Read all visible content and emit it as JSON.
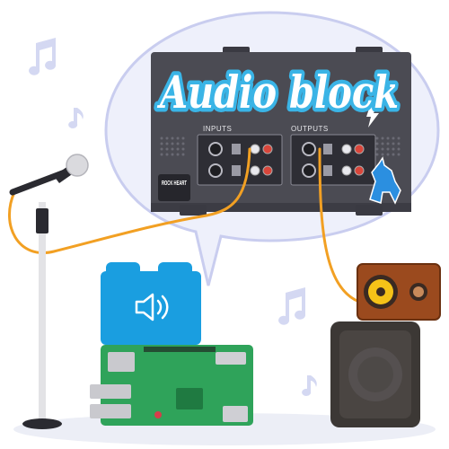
{
  "title": "Audio block",
  "inputs_label": "INPUTS",
  "outputs_label": "OUTPUTS",
  "brand_logo": "ROCK HEART",
  "icons": [
    "music-note-icon",
    "speaker-volume-icon",
    "lightning-icon",
    "unicorn-icon",
    "microphone-icon"
  ],
  "colors": {
    "bubble_fill": "#eef0fb",
    "bubble_stroke": "#c9cdef",
    "block_body": "#4b4b53",
    "block_panel": "#3a3a42",
    "title_fill": "#ffffff",
    "title_stroke": "#3ab4e6",
    "cable": "#f2a023",
    "module_blue": "#1a9ee0",
    "pcb_green": "#2fa35a",
    "speaker_wood": "#9b4a1e",
    "speaker_cone": "#f5c218",
    "cabinet": "#3c3835"
  }
}
